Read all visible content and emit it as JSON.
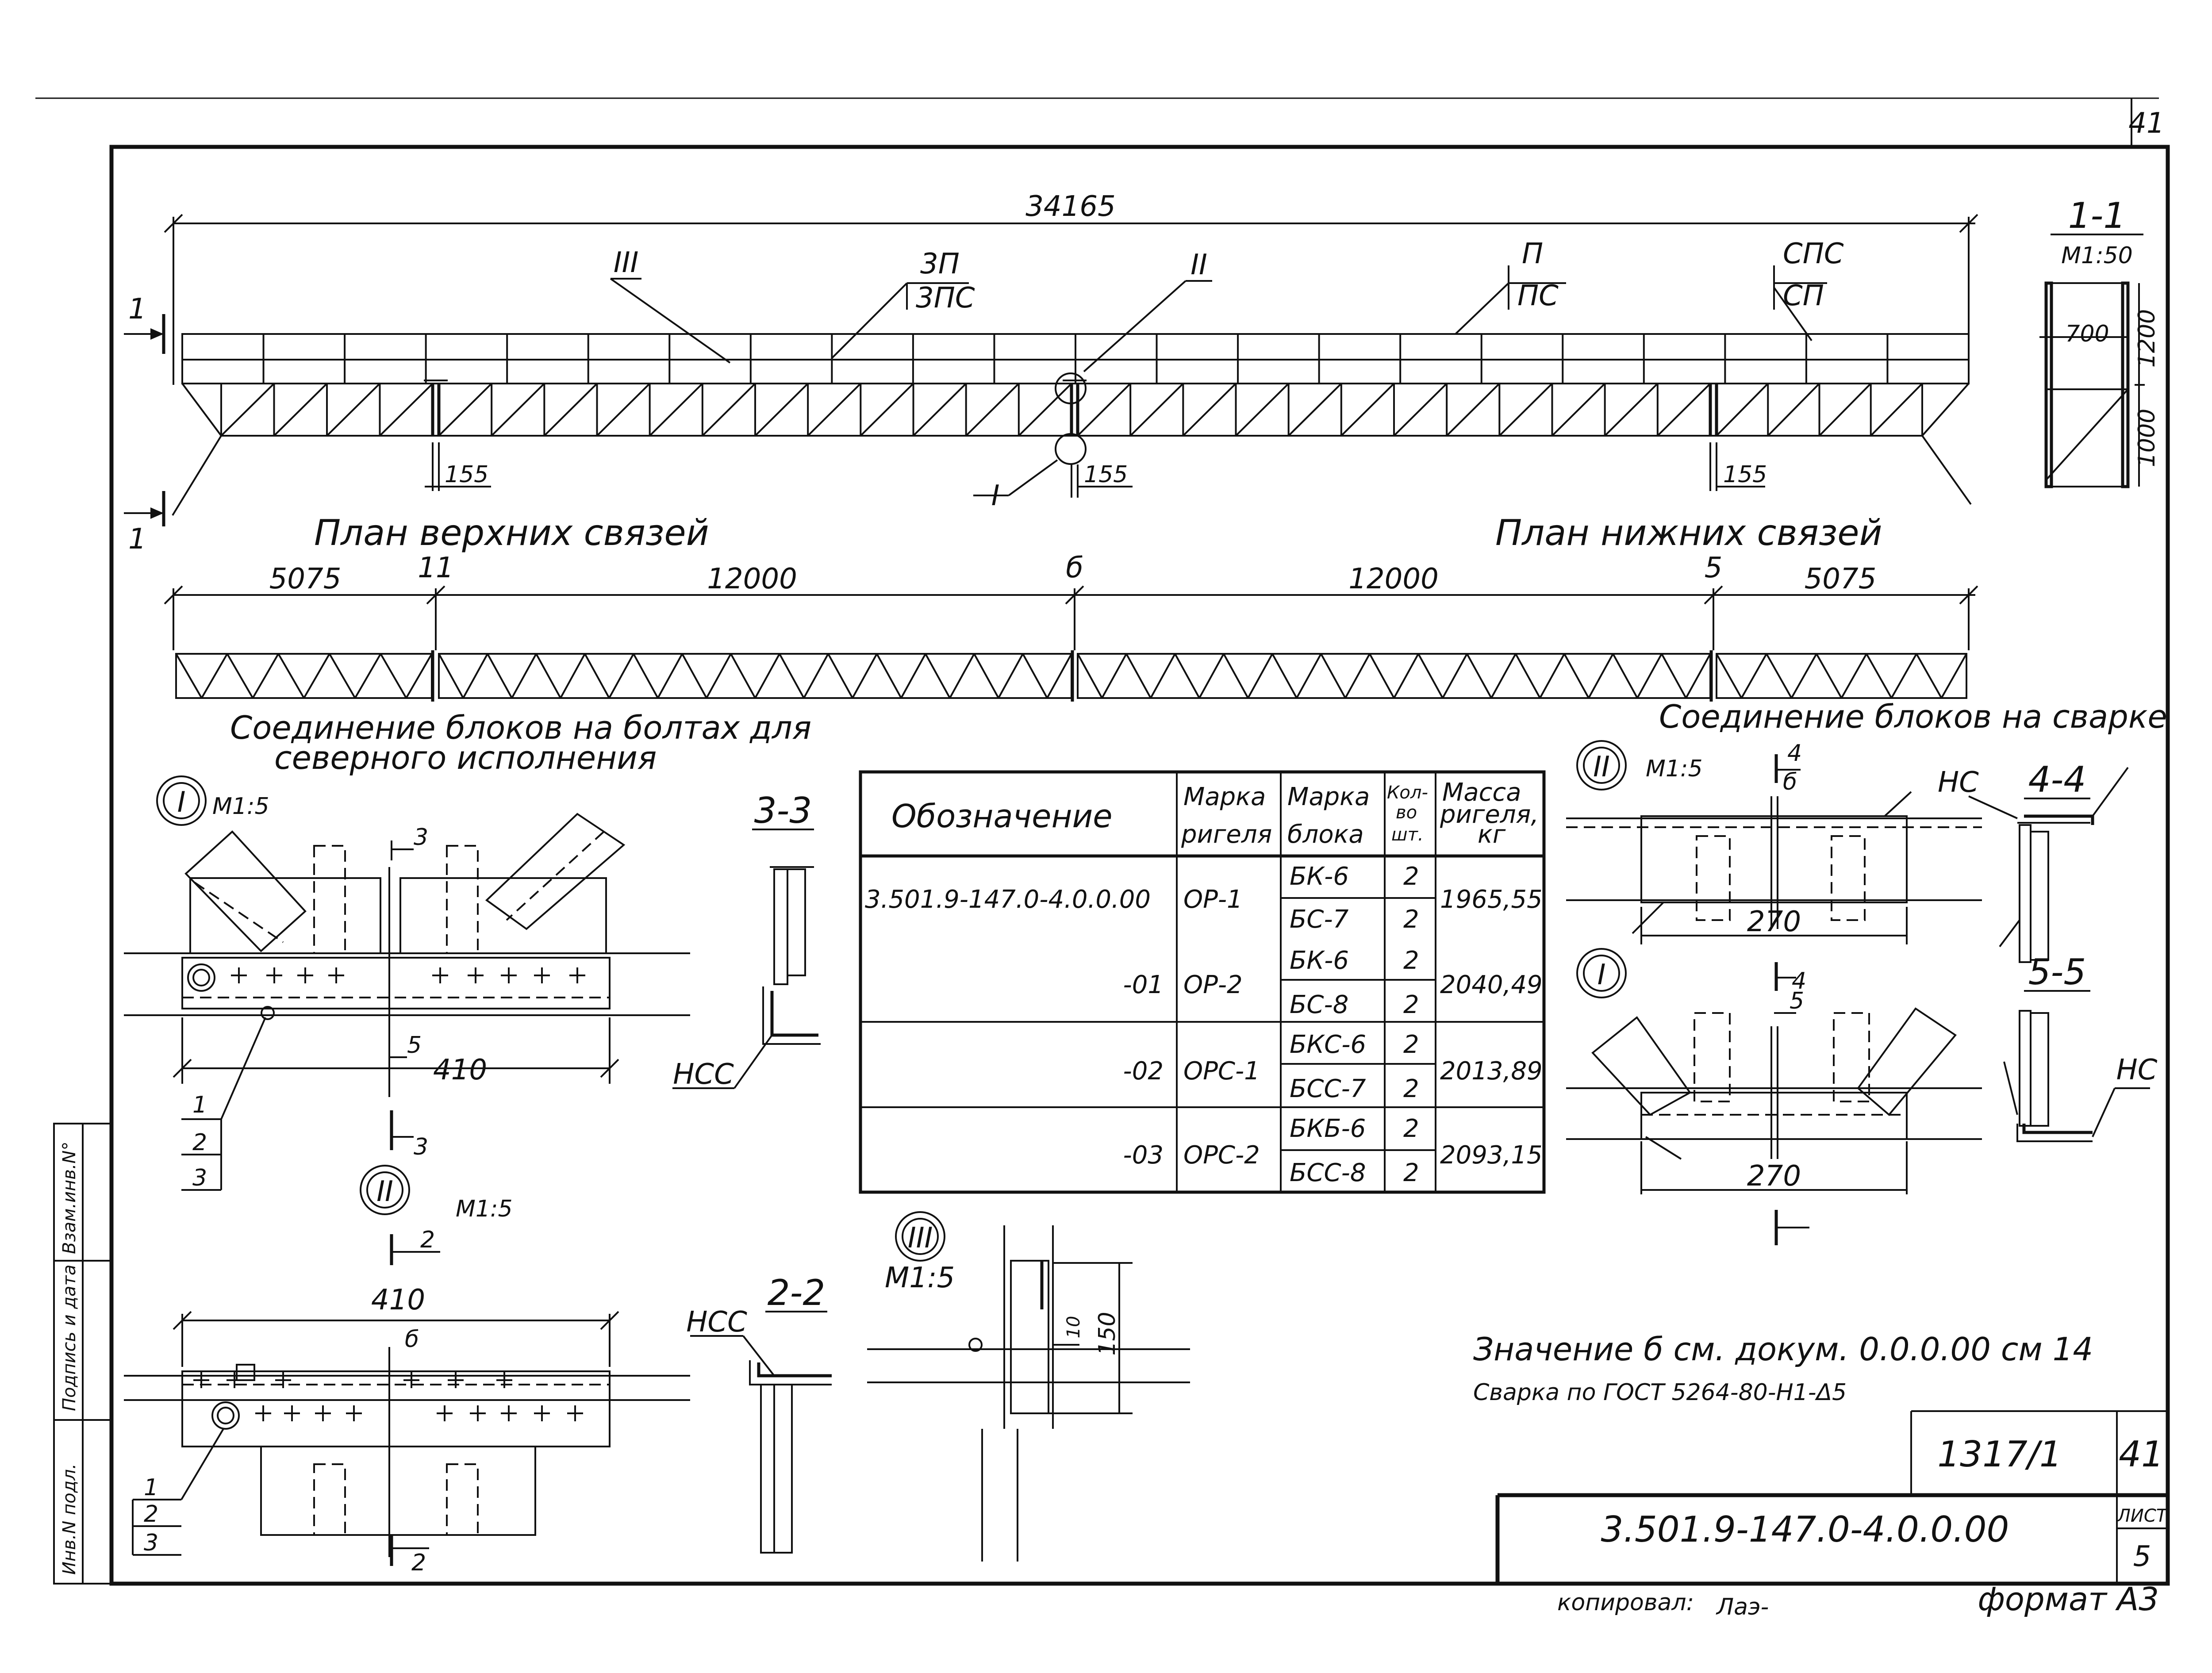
{
  "sheet": {
    "corner_number": "41",
    "stamp_code": "1317/1",
    "stamp_sheet": "41",
    "document_code": "3.501.9-147.0-4.0.0.00",
    "list_label": "ЛИСТ",
    "list_number": "5",
    "copied_by": "копировал:",
    "copied_signature": "Лаэ-",
    "format": "формат А3"
  },
  "side_stamp": {
    "inv_podl": "Инв.N подл.",
    "podpis": "Подпись и дата",
    "vzam": "Взам.инв.N°"
  },
  "plan_top": {
    "overall_dim": "34165",
    "marks": {
      "III": "III",
      "II": "II",
      "I": "I",
      "p3_top": "3П",
      "p3_bottom": "3ПС",
      "p_top": "П",
      "p_bottom": "ПС",
      "sp_top": "СПС",
      "sp_bottom": "СП"
    },
    "gap_left": "155",
    "gap_mid": "155",
    "gap_right": "155",
    "sec_mark": "1",
    "caption_left": "План верхних связей",
    "caption_right": "План нижних связей"
  },
  "plan_bottom": {
    "dims": [
      "5075",
      "12000",
      "12000",
      "5075"
    ],
    "gap_marks": [
      "11",
      "б",
      "5"
    ]
  },
  "section_1_1": {
    "title": "1-1",
    "scale": "М1:50",
    "w": "700",
    "h1": "1200",
    "h2": "1000"
  },
  "bolted": {
    "heading_1": "Соединение блоков на болтах для",
    "heading_2": "северного исполнения",
    "node_I": "I",
    "node_I_scale": "М1:5",
    "node_II": "II",
    "node_II_scale": "М1:5",
    "dim_410_a": "410",
    "dim_410_b": "410",
    "cut_3": "3",
    "cut_5": "5",
    "cut_2": "2",
    "delta": "б",
    "leader_nums": [
      "1",
      "2",
      "3"
    ],
    "sec_3_3": "3-3",
    "sec_2_2": "2-2",
    "ncc": "НСС"
  },
  "node_III": {
    "label": "III",
    "scale": "М1:5",
    "d10": "10",
    "d150": "150"
  },
  "table": {
    "headers": {
      "designation": "Обозначение",
      "rigel_1": "Марка",
      "rigel_2": "ригеля",
      "block_1": "Марка",
      "block_2": "блока",
      "qty_1": "Кол-",
      "qty_2": "во",
      "qty_3": "шт.",
      "mass_1": "Масса",
      "mass_2": "ригеля,",
      "mass_3": "кг"
    },
    "rows": [
      {
        "code": "3.501.9-147.0-4.0.0.00",
        "rigel": "ОР-1",
        "blocks": [
          "БК-6",
          "БС-7"
        ],
        "qty": [
          "2",
          "2"
        ],
        "mass": "1965,55"
      },
      {
        "code": "-01",
        "rigel": "ОР-2",
        "blocks": [
          "БК-6",
          "БС-8"
        ],
        "qty": [
          "2",
          "2"
        ],
        "mass": "2040,49"
      },
      {
        "code": "-02",
        "rigel": "ОРС-1",
        "blocks": [
          "БКС-6",
          "БСС-7"
        ],
        "qty": [
          "2",
          "2"
        ],
        "mass": "2013,89"
      },
      {
        "code": "-03",
        "rigel": "ОРС-2",
        "blocks": [
          "БКБ-6",
          "БСС-8"
        ],
        "qty": [
          "2",
          "2"
        ],
        "mass": "2093,15"
      }
    ]
  },
  "welded": {
    "heading": "Соединение блоков на сварке",
    "node_II": "II",
    "node_II_scale": "М1:5",
    "node_I": "I",
    "cut_4": "4",
    "cut_5": "5",
    "delta": "б",
    "dim_270_a": "270",
    "dim_270_b": "270",
    "nc": "НС",
    "sec_4_4": "4-4",
    "sec_5_5": "5-5"
  },
  "notes": {
    "line1": "Значение б см. докум. 0.0.0.00 см 14",
    "line2": "Сварка по ГОСТ 5264-80-Н1-Δ5"
  }
}
